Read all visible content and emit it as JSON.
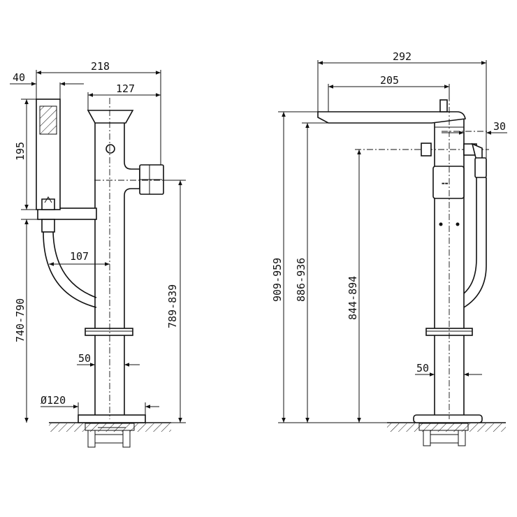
{
  "left_view": {
    "dim_handshower_width": "40",
    "dim_total_width": "218",
    "dim_head_to_outlet": "127",
    "dim_handshower_height": "195",
    "dim_hose_offset": "107",
    "dim_height_range": "740-790",
    "dim_outlet_height": "789-839",
    "dim_pipe_diameter": "50",
    "dim_base_diameter": "Ø120"
  },
  "right_view": {
    "dim_total_depth": "292",
    "dim_spout_reach": "205",
    "dim_hose_connector": "30",
    "dim_total_height": "909-959",
    "dim_spout_height": "886-936",
    "dim_control_height": "844-894",
    "dim_pipe_diameter": "50"
  }
}
